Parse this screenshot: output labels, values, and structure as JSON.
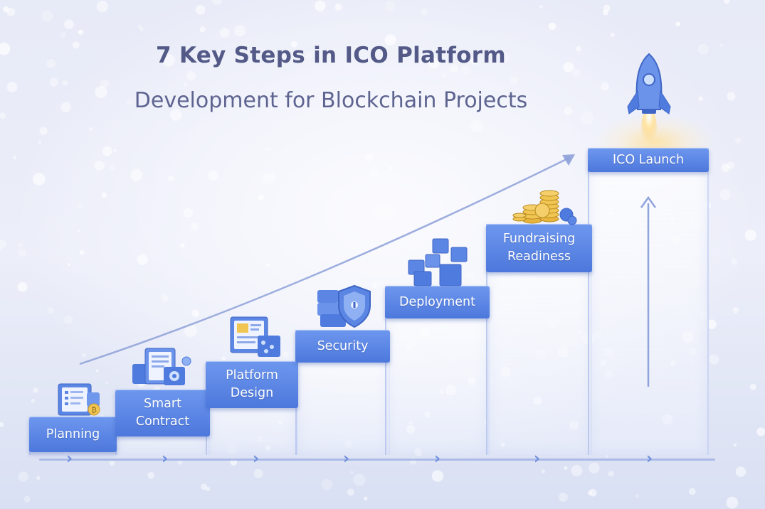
{
  "title": "7 Key Steps in ICO Platform",
  "subtitle": "Development for Blockchain Projects",
  "colors": {
    "cap_top": "#6d97ee",
    "cap_bottom": "#4d78dc",
    "title": "#535a87",
    "arrow": "#7d94d4",
    "coin_gold": "#f1c552"
  },
  "steps": [
    {
      "label": "Planning",
      "icon": "clipboard-coin-icon"
    },
    {
      "label": "Smart\nContract",
      "icon": "contract-gear-icon"
    },
    {
      "label": "Platform\nDesign",
      "icon": "design-screen-icon"
    },
    {
      "label": "Security",
      "icon": "shield-lock-icon"
    },
    {
      "label": "Deployment",
      "icon": "blocks-cubes-icon"
    },
    {
      "label": "Fundraising\nReadiness",
      "icon": "coin-stack-icon"
    },
    {
      "label": "ICO Launch",
      "icon": "rocket-icon"
    }
  ]
}
